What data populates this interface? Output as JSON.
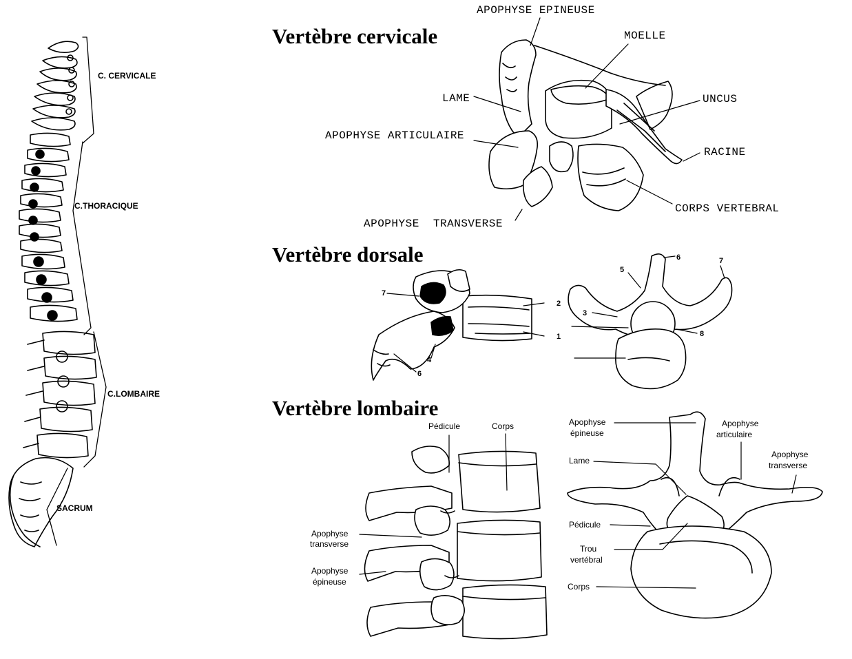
{
  "spine": {
    "labels": [
      "C. CERVICALE",
      "C.THORACIQUE",
      "C.LOMBAIRE",
      "SACRUM"
    ]
  },
  "cervical": {
    "title": "Vertèbre cervicale",
    "labels": {
      "spinous": "APOPHYSE EPINEUSE",
      "cord": "MOELLE",
      "lamina": "LAME",
      "uncus": "UNCUS",
      "articular": "APOPHYSE ARTICULAIRE",
      "root": "RACINE",
      "body": "CORPS VERTEBRAL",
      "transverse": "APOPHYSE TRANSVERSE"
    }
  },
  "dorsal": {
    "title": "Vertèbre dorsale",
    "numbers": [
      "7",
      "2",
      "1",
      "4",
      "6",
      "6",
      "7",
      "5",
      "3",
      "8"
    ]
  },
  "lumbar": {
    "title": "Vertèbre lombaire",
    "side_labels": {
      "pedicle": "Pédicule",
      "body": "Corps",
      "transverse_1": "Apophyse",
      "transverse_2": "transverse",
      "spinous_1": "Apophyse",
      "spinous_2": "épineuse"
    },
    "top_labels": {
      "spinous_1": "Apophyse",
      "spinous_2": "épineuse",
      "articular_1": "Apophyse",
      "articular_2": "articulaire",
      "transverse_1": "Apophyse",
      "transverse_2": "transverse",
      "lamina": "Lame",
      "pedicle": "Pédicule",
      "foramen_1": "Trou",
      "foramen_2": "vertébral",
      "body": "Corps"
    }
  }
}
